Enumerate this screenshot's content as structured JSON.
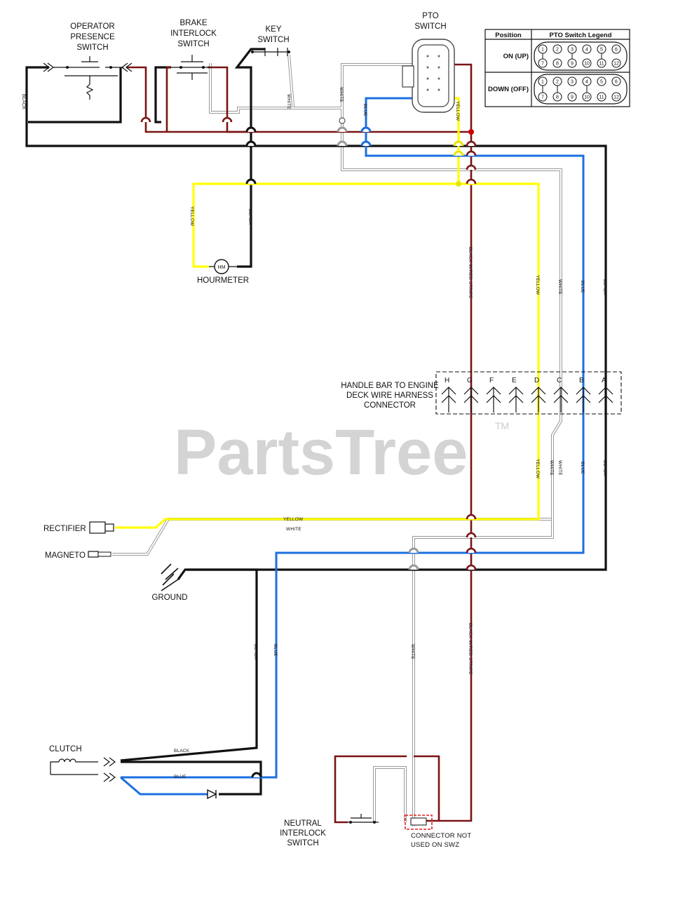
{
  "components": {
    "operator_presence_switch": [
      "OPERATOR",
      "PRESENCE",
      "SWITCH"
    ],
    "brake_interlock_switch": [
      "BRAKE",
      "INTERLOCK",
      "SWITCH"
    ],
    "key_switch": [
      "KEY",
      "SWITCH"
    ],
    "pto_switch": [
      "PTO",
      "SWITCH"
    ],
    "hourmeter": "HOURMETER",
    "hourmeter_symbol": "HM",
    "harness_connector": [
      "HANDLE BAR TO ENGINE",
      "DECK WIRE HARNESS",
      "CONNECTOR"
    ],
    "rectifier": "RECTIFIER",
    "magneto": "MAGNETO",
    "ground": "GROUND",
    "clutch": "CLUTCH",
    "neutral_interlock_switch": [
      "NEUTRAL",
      "INTERLOCK",
      "SWITCH"
    ],
    "connector_note": [
      "CONNECTOR NOT",
      "USED ON SWZ"
    ]
  },
  "connector_pins": [
    "H",
    "G",
    "F",
    "E",
    "D",
    "C",
    "B",
    "A"
  ],
  "wire_labels": {
    "black": "BLACK",
    "white": "WHITE",
    "blue": "BLUE",
    "yellow": "YELLOW",
    "black_red_stripe": "BLACK W/RED STRIPE"
  },
  "legend": {
    "header_position": "Position",
    "header_legend": "PTO Switch Legend",
    "rows": [
      {
        "position": "ON (UP)"
      },
      {
        "position": "DOWN (OFF)"
      }
    ],
    "top_pins": [
      "1",
      "2",
      "3",
      "4",
      "5",
      "6"
    ],
    "bottom_pins": [
      "7",
      "8",
      "9",
      "10",
      "11",
      "12"
    ]
  },
  "watermark": {
    "text": "PartsTree",
    "mark": "TM"
  },
  "colors": {
    "black": "#111111",
    "red_stripe": "#7a1414",
    "yellow": "#ffff00",
    "blue": "#1c6fe0",
    "white_wire_outline": "#9a9a9a",
    "connector_note_box": "#e02020"
  }
}
